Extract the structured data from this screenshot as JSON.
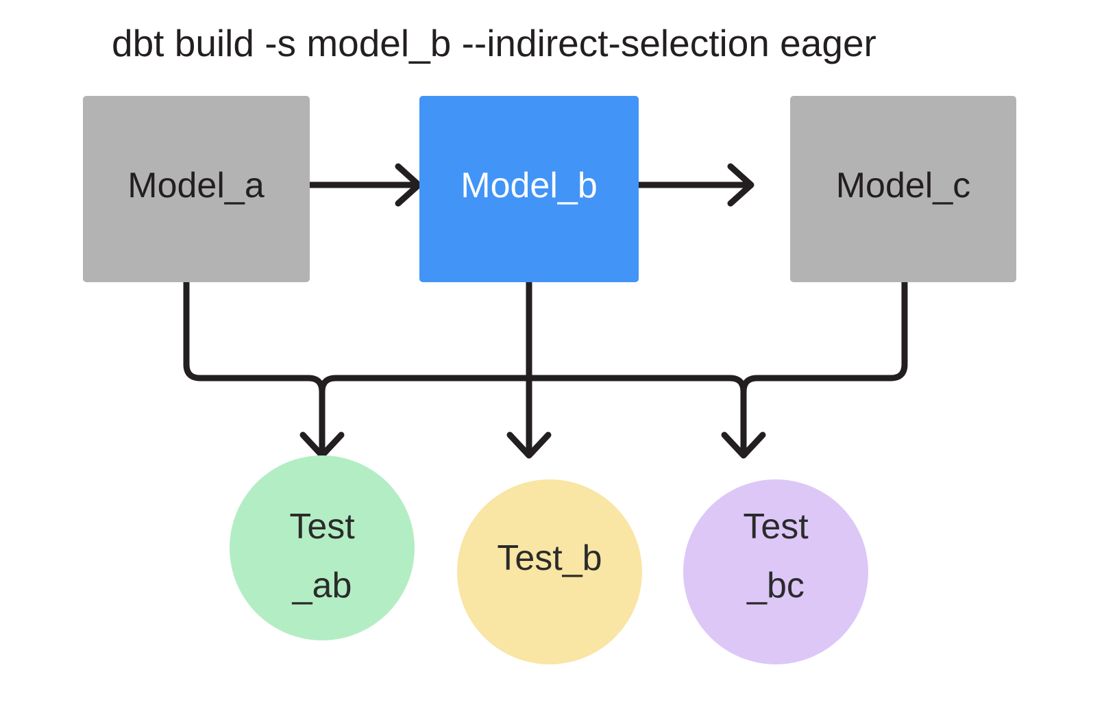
{
  "diagram": {
    "title": "dbt build -s model_b --indirect-selection eager",
    "background_color": "#ffffff",
    "edge_color": "#231f20",
    "models": [
      {
        "id": "model_a",
        "label": "Model_a",
        "shape": "rectangle",
        "fill": "#b3b3b3",
        "text_color": "#231f20",
        "selected": false
      },
      {
        "id": "model_b",
        "label": "Model_b",
        "shape": "rectangle",
        "fill": "#4294f7",
        "text_color": "#ffffff",
        "selected": true
      },
      {
        "id": "model_c",
        "label": "Model_c",
        "shape": "rectangle",
        "fill": "#b3b3b3",
        "text_color": "#231f20",
        "selected": false
      }
    ],
    "tests": [
      {
        "id": "test_ab",
        "label_line1": "Test",
        "label_line2": "_ab",
        "shape": "circle",
        "fill": "#b3edc4",
        "text_color": "#2b2b2b"
      },
      {
        "id": "test_b",
        "label_line1": "Test_b",
        "label_line2": "",
        "shape": "circle",
        "fill": "#f9e5a4",
        "text_color": "#2b2b2b"
      },
      {
        "id": "test_bc",
        "label_line1": "Test",
        "label_line2": "_bc",
        "shape": "circle",
        "fill": "#dcc7f7",
        "text_color": "#2b2b2b"
      }
    ],
    "edges": [
      {
        "id": "edge-a-b",
        "from": "model_a",
        "to": "model_b",
        "kind": "straight-arrow"
      },
      {
        "id": "edge-b-c",
        "from": "model_b",
        "to": "model_c",
        "kind": "straight-arrow"
      },
      {
        "id": "edge-a-testab",
        "from": "model_a",
        "to": "test_ab",
        "kind": "elbow-arrow"
      },
      {
        "id": "edge-b-testab",
        "from": "model_b",
        "to": "test_ab",
        "kind": "elbow-arrow"
      },
      {
        "id": "edge-b-testb",
        "from": "model_b",
        "to": "test_b",
        "kind": "straight-arrow"
      },
      {
        "id": "edge-b-testbc",
        "from": "model_b",
        "to": "test_bc",
        "kind": "elbow-arrow"
      },
      {
        "id": "edge-c-testbc",
        "from": "model_c",
        "to": "test_bc",
        "kind": "elbow-arrow"
      }
    ]
  }
}
